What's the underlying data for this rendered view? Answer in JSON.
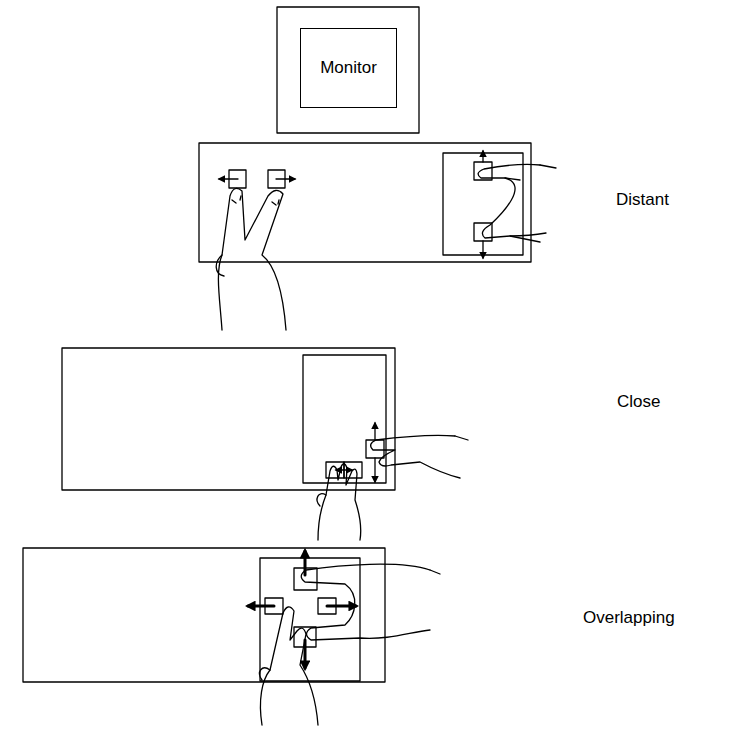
{
  "diagram": {
    "nodes": [
      {
        "text": [
          "Monitor"
        ]
      }
    ],
    "labels": [
      "Distant",
      "Close",
      "Overlapping"
    ]
  }
}
